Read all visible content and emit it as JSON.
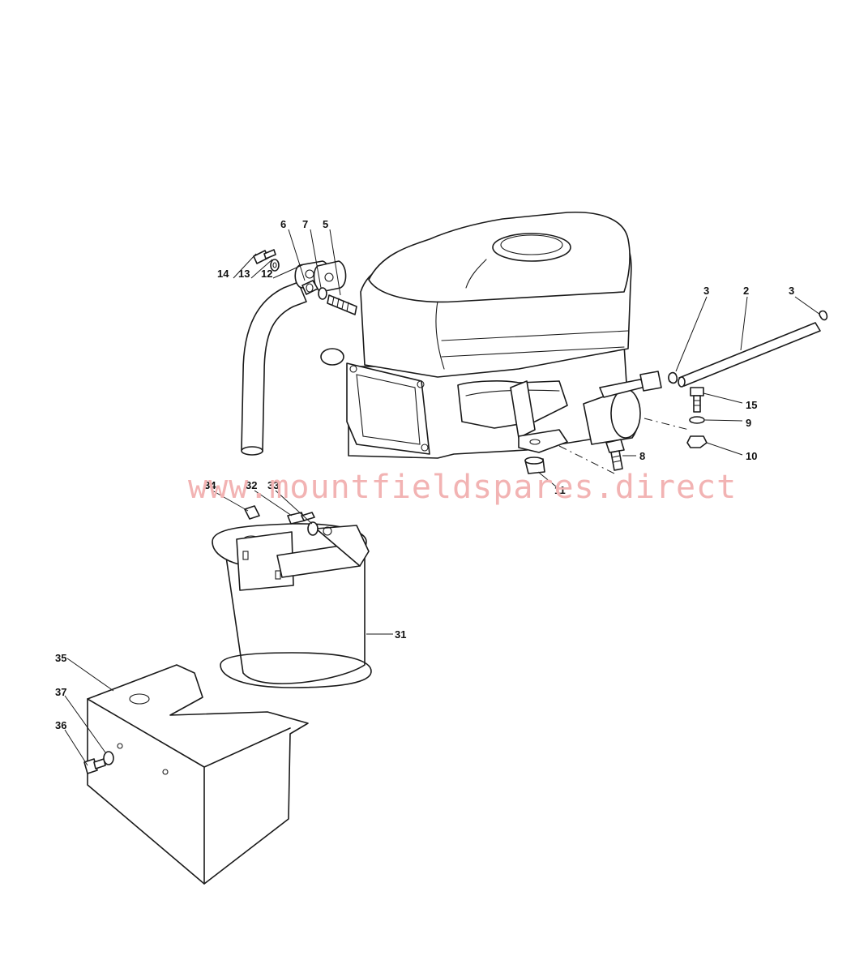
{
  "watermark": "www.mountfieldspares.direct",
  "callouts": {
    "c2": "2",
    "c3a": "3",
    "c3b": "3",
    "c5": "5",
    "c6": "6",
    "c7": "7",
    "c8": "8",
    "c9": "9",
    "c10": "10",
    "c11": "11",
    "c12": "12",
    "c13": "13",
    "c14": "14",
    "c15": "15",
    "c31": "31",
    "c32": "32",
    "c33": "33",
    "c34": "34",
    "c35": "35",
    "c36": "36",
    "c37": "37"
  },
  "colors": {
    "line": "#1a1a1a",
    "watermark": "#f2b3b3",
    "background": "#ffffff"
  }
}
